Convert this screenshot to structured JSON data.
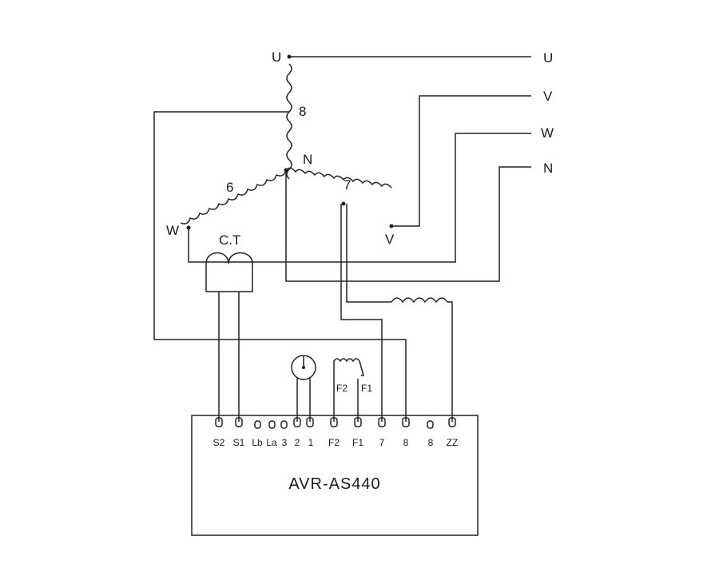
{
  "phase_labels": {
    "u_out": "U",
    "v_out": "V",
    "w_out": "W",
    "n_out": "N",
    "u_top": "U",
    "n_center": "N",
    "w_left": "W",
    "v_end": "V",
    "coil_8": "8",
    "coil_6": "6",
    "coil_7": "7"
  },
  "ct_label": "C.T",
  "exciter_labels": {
    "f2": "F2",
    "f1": "F1"
  },
  "avr_model": "AVR-AS440",
  "terminals": [
    "S2",
    "S1",
    "Lb",
    "La",
    "3",
    "2",
    "1",
    "F2",
    "F1",
    "7",
    "8",
    "8",
    "ZZ"
  ]
}
